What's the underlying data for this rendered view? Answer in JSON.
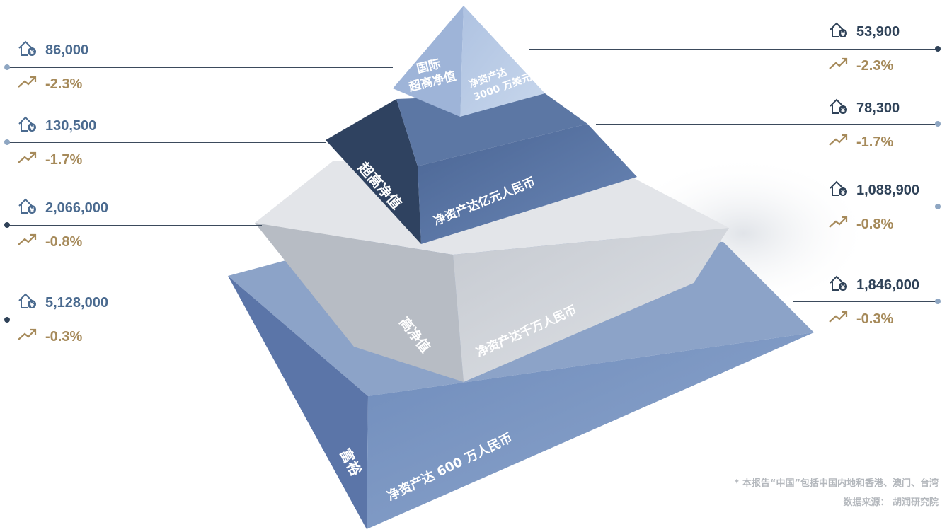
{
  "tiers": [
    {
      "name": "国际\n超高净值",
      "criterion": "净资产达\n3000 万美元",
      "left": {
        "count": "86,000",
        "change": "-2.3%"
      },
      "right": {
        "count": "53,900",
        "change": "-2.3%"
      }
    },
    {
      "name": "超高净值",
      "criterion": "净资产达亿元人民币",
      "left": {
        "count": "130,500",
        "change": "-1.7%"
      },
      "right": {
        "count": "78,300",
        "change": "-1.7%"
      }
    },
    {
      "name": "高净值",
      "criterion": "净资产达千万人民币",
      "left": {
        "count": "2,066,000",
        "change": "-0.8%"
      },
      "right": {
        "count": "1,088,900",
        "change": "-0.8%"
      }
    },
    {
      "name": "富裕",
      "criterion": "净资产达 600 万人民币",
      "left": {
        "count": "5,128,000",
        "change": "-0.3%"
      },
      "right": {
        "count": "1,846,000",
        "change": "-0.3%"
      }
    }
  ],
  "icons": {
    "count": "house-yuan-icon",
    "trend": "trend-up-arrow-icon"
  },
  "colors": {
    "count_text": "#4a6a8f",
    "change_text": "#a68a5a",
    "tier1": "#b9cbe6",
    "tier2": "#4e6a98",
    "tier3": "#d0d4da",
    "tier4": "#6f8cbc"
  },
  "footnote": {
    "line1": "* 本报告“中国”包括中国内地和香港、澳门、台湾",
    "line2": "数据来源： 胡润研究院"
  }
}
